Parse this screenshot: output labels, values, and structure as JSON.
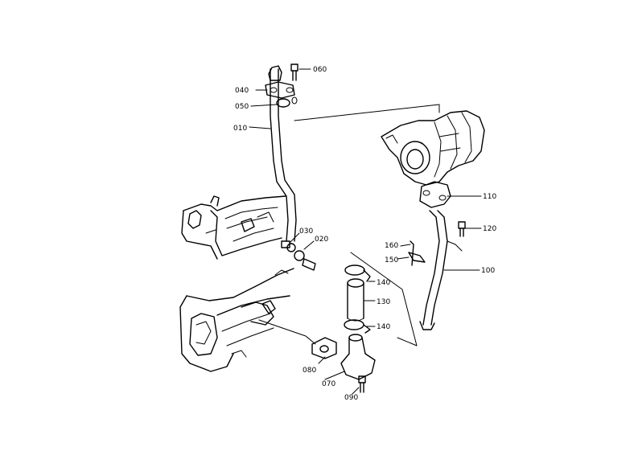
{
  "callouts": {
    "p010": "010",
    "p020": "020",
    "p030": "030",
    "p040": "040",
    "p050": "050",
    "p060": "060",
    "p070": "070",
    "p080": "080",
    "p090": "090",
    "p100": "100",
    "p110": "110",
    "p120": "120",
    "p130": "130",
    "p140a": "140",
    "p140b": "140",
    "p150": "150",
    "p160": "160"
  }
}
